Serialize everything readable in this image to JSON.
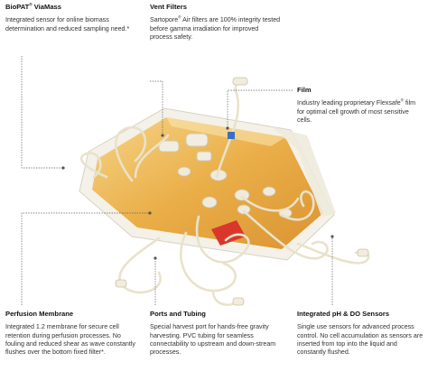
{
  "callouts": {
    "viamass": {
      "title_base": "BioPAT",
      "title_sup": "®",
      "title_rest": " ViaMass",
      "text": "Integrated sensor for online biomass determination and reduced sampling need.*"
    },
    "vent": {
      "title": "Vent Filters",
      "text_a": "Sartopore",
      "text_sup": "®",
      "text_b": " Air filters are 100% integrity tested before gamma irradiation for improved process safety."
    },
    "film": {
      "title": "Film",
      "text_a": "Industry leading proprietary Flexsafe",
      "text_sup": "®",
      "text_b": " film for optimal cell growth of most sensitive cells."
    },
    "perfusion": {
      "title": "Perfusion Membrane",
      "text": "Integrated 1.2 membrane for secure cell retention during perfusion processes. No fouling and reduced shear as wave constantly flushes over the bottom fixed filter*."
    },
    "ports": {
      "title": "Ports and Tubing",
      "text": "Special harvest port for hands-free gravity harvesting. PVC tubing for seamless connectability to upstream and down-stream processes."
    },
    "sensors": {
      "title": "Integrated pH & DO Sensors",
      "text": "Single use sensors for advanced process control. No cell accumulation as sensors are inserted from top into the liquid and constantly flushed."
    }
  },
  "colors": {
    "liquid": "#e8a93a",
    "liquid_light": "#f3cd7a",
    "film": "#f4f1e8",
    "tubing": "#efe9d6",
    "sensor_red": "#d9372b",
    "leader": "#555555"
  }
}
